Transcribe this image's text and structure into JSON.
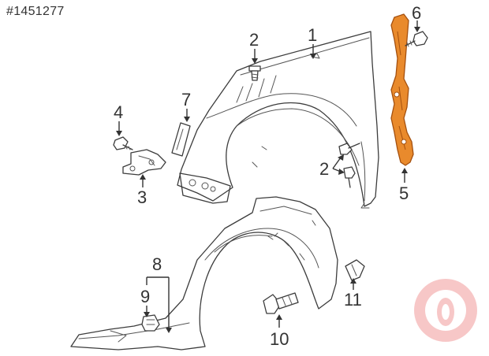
{
  "reference_number": "#1451277",
  "colors": {
    "highlight_part": "#e98a2c",
    "highlight_outline": "#a4500f",
    "line": "#3c3c3c",
    "watermark": "#e63a3a"
  },
  "callouts": {
    "c1": "1",
    "c2a": "2",
    "c2b": "2",
    "c3": "3",
    "c4": "4",
    "c5": "5",
    "c6": "6",
    "c7": "7",
    "c8": "8",
    "c9": "9",
    "c10": "10",
    "c11": "11"
  },
  "watermark_icon": "brand-logo-watermark"
}
